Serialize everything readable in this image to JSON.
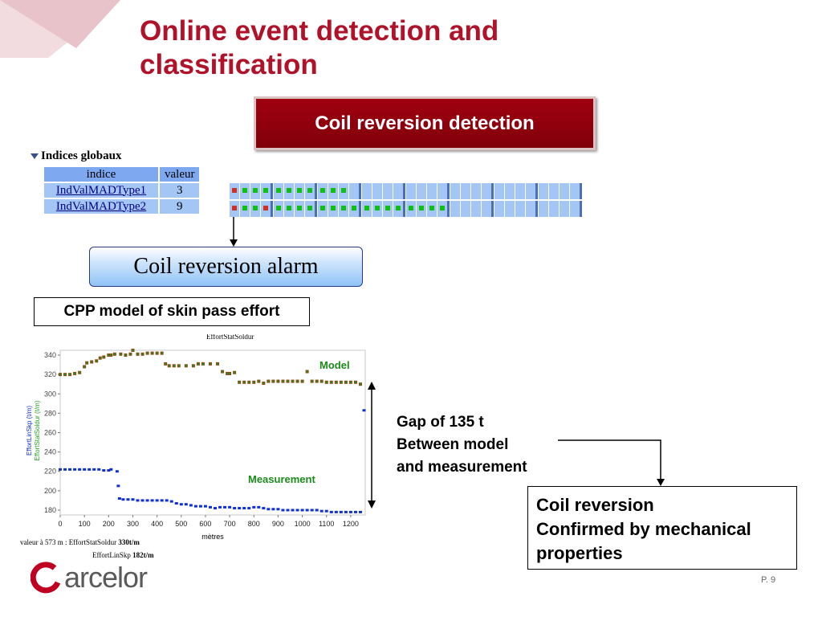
{
  "slide": {
    "title_line1": "Online event detection and",
    "title_line2": "classification",
    "banner": "Coil reversion detection",
    "alarm": "Coil reversion alarm",
    "cpp_label": "CPP model of skin pass effort",
    "gap_line1": "Gap of 135 t",
    "gap_line2": "Between model",
    "gap_line3": "and measurement",
    "confirm_line1": "Coil reversion",
    "confirm_line2": "Confirmed by mechanical",
    "confirm_line3": "properties",
    "page_number": "P. 9",
    "logo_text": "arcelor",
    "colors": {
      "title": "#b0122a",
      "banner": "#8a0010",
      "table_cell": "#a3c6f5"
    }
  },
  "panel": {
    "header": "Indices globaux",
    "col_indice": "indice",
    "col_valeur": "valeur",
    "rows": [
      {
        "name": "IndValMADType1",
        "value": "3",
        "dots": [
          "red",
          "green",
          "green",
          "green",
          "green",
          "green",
          "green",
          "green",
          "green",
          "green",
          "green"
        ]
      },
      {
        "name": "IndValMADType2",
        "value": "9",
        "dots": [
          "red",
          "green",
          "green",
          "red",
          "green",
          "green",
          "green",
          "green",
          "green",
          "green",
          "green",
          "green",
          "green",
          "green",
          "green",
          "green",
          "green",
          "green",
          "green",
          "green"
        ]
      }
    ]
  },
  "chart_data": {
    "type": "scatter",
    "title": "EffortStatSoldur",
    "xlabel": "mètres",
    "ylabel_blue": "EffortLinSkp (t/m)",
    "ylabel_green": "EffortStatSoldur (t/m)",
    "xlim": [
      0,
      1260
    ],
    "ylim": [
      175,
      345
    ],
    "x_ticks": [
      0,
      100,
      200,
      300,
      400,
      500,
      600,
      700,
      800,
      900,
      1000,
      1100,
      1200
    ],
    "y_ticks": [
      180,
      200,
      220,
      240,
      260,
      280,
      300,
      320,
      340
    ],
    "annotations": [
      "Model",
      "Measurement"
    ],
    "footer_line1_label": "valeur à 573 m :  EffortStatSoldur",
    "footer_line1_value": "330t/m",
    "footer_line2_label": "EffortLinSkp",
    "footer_line2_value": "182t/m",
    "series": [
      {
        "name": "EffortStatSoldur",
        "color": "#8a5a10",
        "points": [
          [
            0,
            320
          ],
          [
            20,
            320
          ],
          [
            40,
            320
          ],
          [
            60,
            321
          ],
          [
            80,
            322
          ],
          [
            100,
            328
          ],
          [
            110,
            332
          ],
          [
            130,
            333
          ],
          [
            150,
            334
          ],
          [
            165,
            337
          ],
          [
            180,
            338
          ],
          [
            200,
            340
          ],
          [
            210,
            340
          ],
          [
            225,
            341
          ],
          [
            250,
            341
          ],
          [
            270,
            340
          ],
          [
            290,
            341
          ],
          [
            300,
            345
          ],
          [
            320,
            341
          ],
          [
            340,
            341
          ],
          [
            360,
            342
          ],
          [
            380,
            342
          ],
          [
            400,
            342
          ],
          [
            420,
            342
          ],
          [
            435,
            331
          ],
          [
            450,
            329
          ],
          [
            470,
            329
          ],
          [
            490,
            329
          ],
          [
            520,
            329
          ],
          [
            550,
            329
          ],
          [
            570,
            331
          ],
          [
            590,
            331
          ],
          [
            620,
            331
          ],
          [
            650,
            331
          ],
          [
            670,
            323
          ],
          [
            690,
            321
          ],
          [
            700,
            321
          ],
          [
            720,
            322
          ],
          [
            740,
            312
          ],
          [
            760,
            312
          ],
          [
            780,
            312
          ],
          [
            800,
            312
          ],
          [
            820,
            313
          ],
          [
            840,
            311
          ],
          [
            860,
            313
          ],
          [
            880,
            313
          ],
          [
            900,
            313
          ],
          [
            920,
            313
          ],
          [
            940,
            313
          ],
          [
            960,
            313
          ],
          [
            980,
            313
          ],
          [
            1000,
            313
          ],
          [
            1020,
            323
          ],
          [
            1040,
            313
          ],
          [
            1060,
            313
          ],
          [
            1080,
            313
          ],
          [
            1100,
            312
          ],
          [
            1120,
            312
          ],
          [
            1140,
            312
          ],
          [
            1160,
            312
          ],
          [
            1180,
            312
          ],
          [
            1200,
            312
          ],
          [
            1220,
            312
          ],
          [
            1240,
            310
          ]
        ]
      },
      {
        "name": "EffortLinSkp",
        "color": "#1030d0",
        "points": [
          [
            0,
            222
          ],
          [
            20,
            222
          ],
          [
            40,
            222
          ],
          [
            60,
            222
          ],
          [
            80,
            222
          ],
          [
            100,
            222
          ],
          [
            120,
            222
          ],
          [
            140,
            222
          ],
          [
            160,
            222
          ],
          [
            180,
            221
          ],
          [
            200,
            221
          ],
          [
            210,
            222
          ],
          [
            235,
            220
          ],
          [
            240,
            205
          ],
          [
            245,
            192
          ],
          [
            260,
            191
          ],
          [
            280,
            191
          ],
          [
            300,
            191
          ],
          [
            320,
            190
          ],
          [
            340,
            190
          ],
          [
            360,
            190
          ],
          [
            380,
            190
          ],
          [
            400,
            190
          ],
          [
            420,
            190
          ],
          [
            440,
            190
          ],
          [
            460,
            189
          ],
          [
            480,
            187
          ],
          [
            500,
            186
          ],
          [
            520,
            186
          ],
          [
            540,
            185
          ],
          [
            560,
            184
          ],
          [
            580,
            184
          ],
          [
            600,
            184
          ],
          [
            620,
            183
          ],
          [
            640,
            182
          ],
          [
            660,
            183
          ],
          [
            680,
            183
          ],
          [
            700,
            183
          ],
          [
            720,
            182
          ],
          [
            740,
            182
          ],
          [
            760,
            182
          ],
          [
            780,
            182
          ],
          [
            800,
            183
          ],
          [
            820,
            183
          ],
          [
            840,
            182
          ],
          [
            860,
            181
          ],
          [
            880,
            181
          ],
          [
            900,
            181
          ],
          [
            920,
            180
          ],
          [
            940,
            180
          ],
          [
            960,
            180
          ],
          [
            980,
            180
          ],
          [
            1000,
            180
          ],
          [
            1020,
            180
          ],
          [
            1040,
            180
          ],
          [
            1060,
            180
          ],
          [
            1080,
            179
          ],
          [
            1100,
            179
          ],
          [
            1120,
            178
          ],
          [
            1140,
            178
          ],
          [
            1160,
            178
          ],
          [
            1180,
            178
          ],
          [
            1200,
            178
          ],
          [
            1220,
            178
          ],
          [
            1240,
            178
          ],
          [
            1255,
            283
          ]
        ]
      }
    ]
  }
}
